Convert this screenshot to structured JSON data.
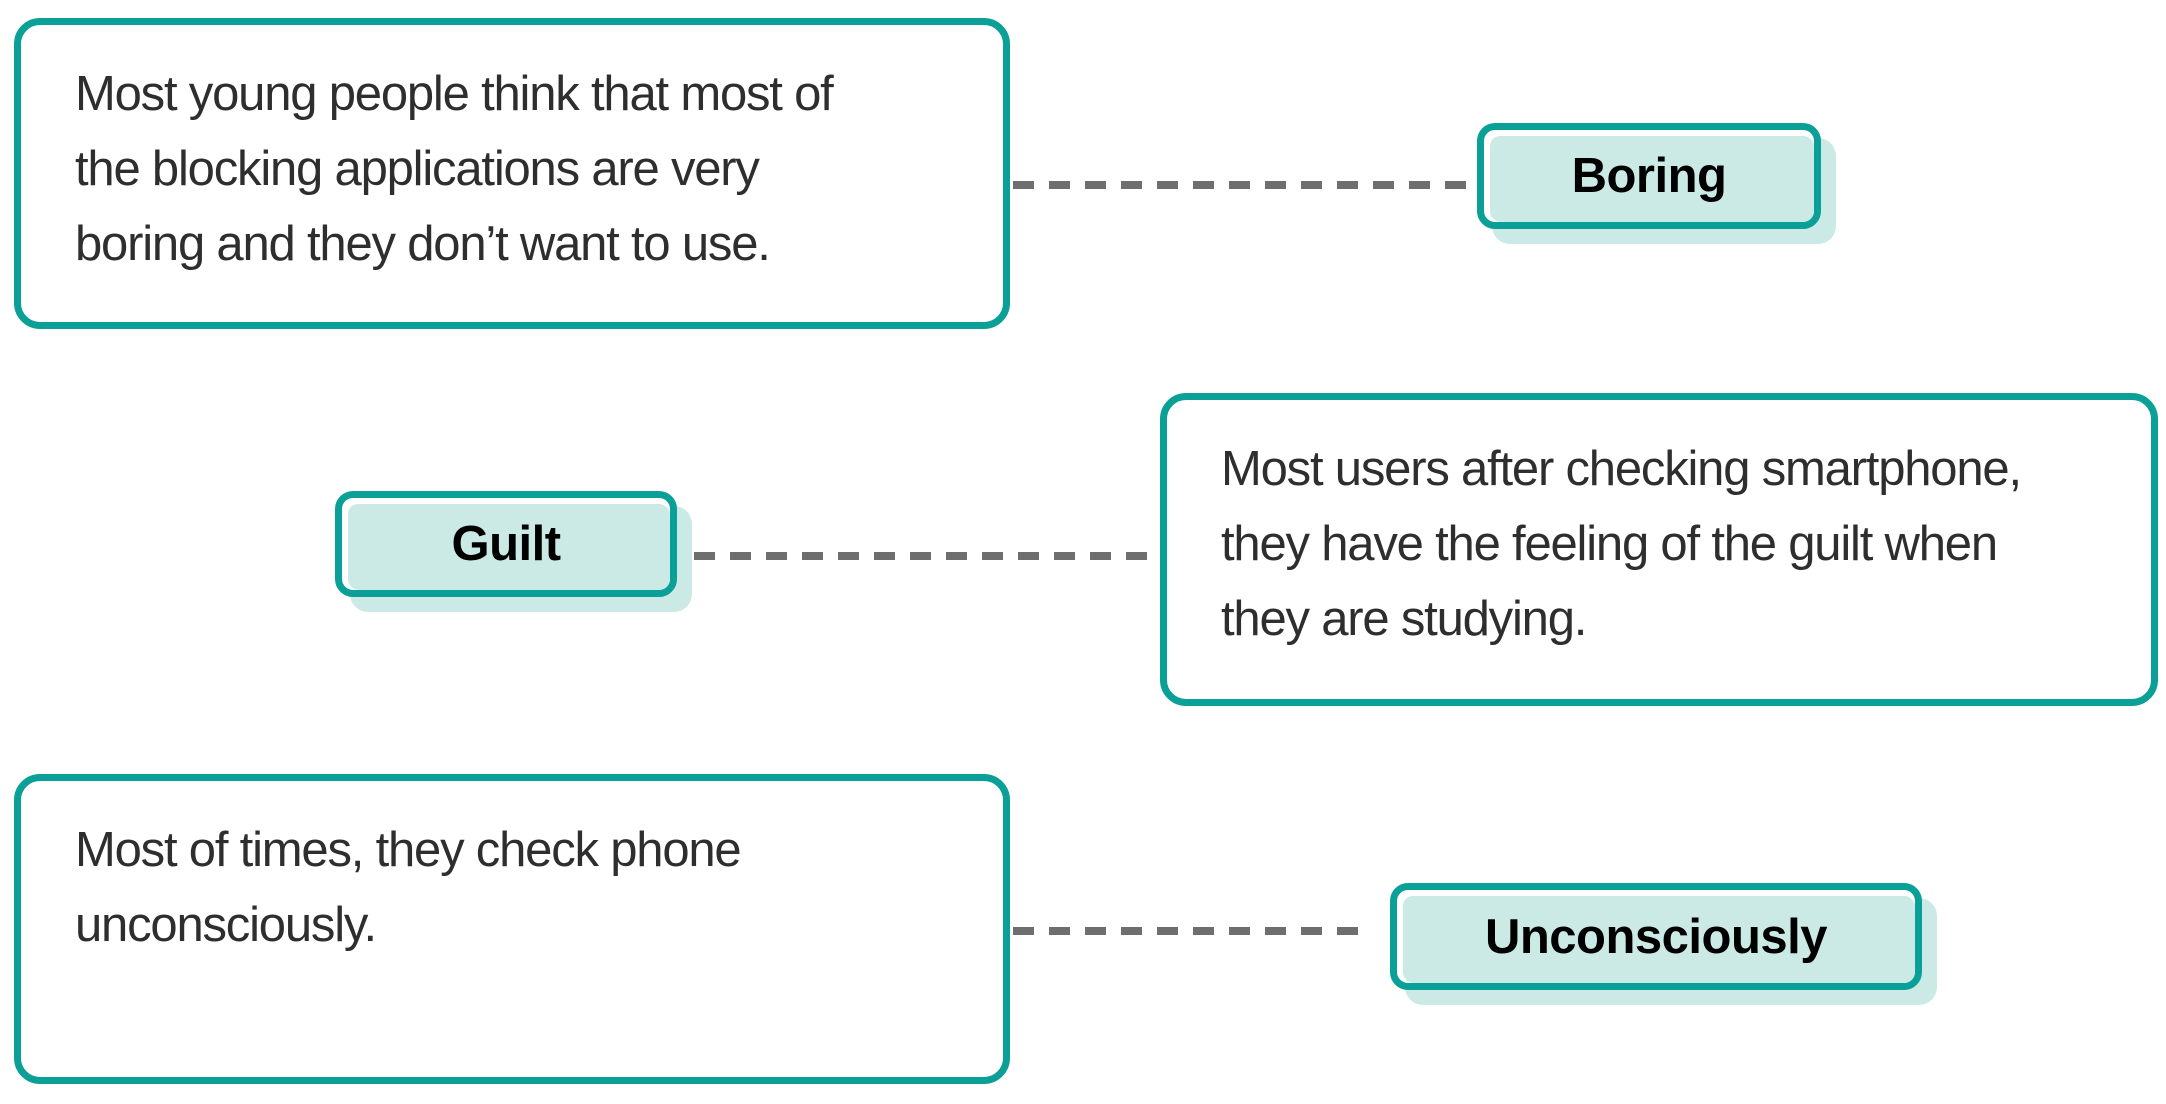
{
  "diagram": {
    "colors": {
      "teal_border": "#0aa098",
      "light_teal_fill": "#cbeae6",
      "dash_gray": "#6e6e6e",
      "note_text": "#2e2e2e",
      "tag_text": "#000000"
    },
    "pairs": [
      {
        "note": {
          "lines": [
            "Most young people think that most of",
            "the blocking applications are very",
            "boring and they don’t want to use."
          ]
        },
        "tag": {
          "label": "Boring"
        }
      },
      {
        "note": {
          "lines": [
            "Most users after checking smartphone,",
            "they have the feeling of the guilt when",
            "they are studying."
          ]
        },
        "tag": {
          "label": "Guilt"
        }
      },
      {
        "note": {
          "lines": [
            "Most of times, they check phone",
            "unconsciously."
          ]
        },
        "tag": {
          "label": "Unconsciously"
        }
      }
    ]
  }
}
